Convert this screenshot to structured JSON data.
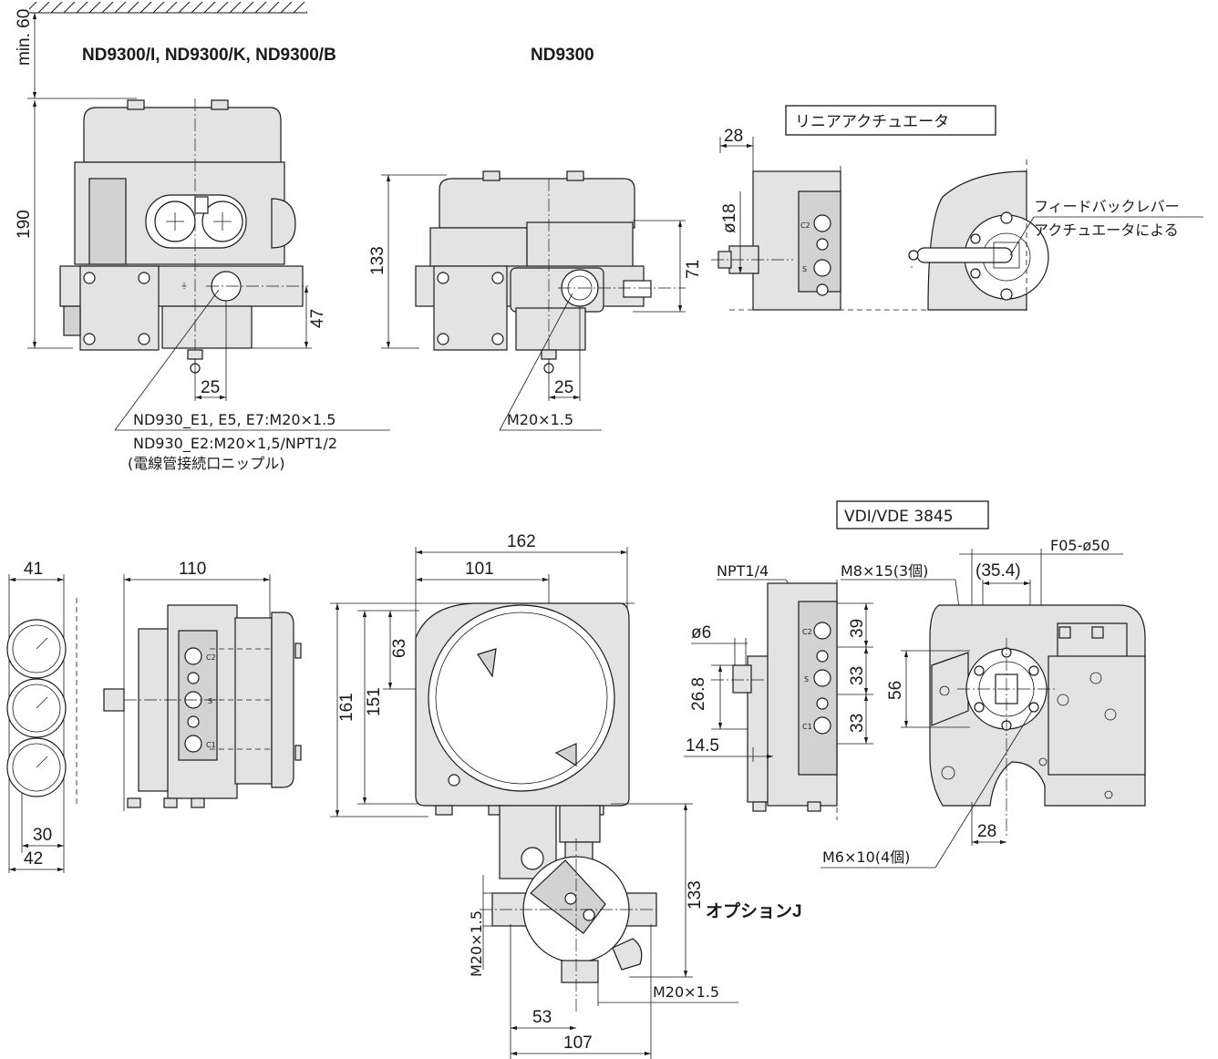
{
  "headings": {
    "model_left": "ND9300/I, ND9300/K, ND9300/B",
    "model_right": "ND9300",
    "linear_actuator": "リニアアクチュエータ",
    "vdi_vde": "VDI/VDE 3845",
    "option_j": "オプションJ"
  },
  "top_left": {
    "min_clearance": "min. 60",
    "height": "190",
    "conduit_height": "47",
    "conduit_offset": "25"
  },
  "conduit_note": {
    "line1": "ND930_E1, E5, E7:M20×1.5",
    "line2": "ND930_E2:M20×1,5/NPT1/2",
    "line3": "(電線管接続口ニップル)"
  },
  "top_middle": {
    "height": "133",
    "conduit_height": "71",
    "conduit_offset": "25",
    "thread": "M20×1.5"
  },
  "linear": {
    "offset": "28",
    "shaft_dia": "ø18",
    "lever_line1": "フィードバックレバー",
    "lever_line2": "アクチュエータによる"
  },
  "gauges": {
    "width_top": "41",
    "width_inner": "30",
    "width_bottom": "42"
  },
  "side_view": {
    "depth": "110",
    "port_labels": [
      "C2",
      "S",
      "C1"
    ]
  },
  "front_view": {
    "width": "162",
    "center_x": "101",
    "total_height": "161",
    "body_height": "151",
    "center_y": "63"
  },
  "option_j_dims": {
    "height": "133",
    "thread_left": "M20×1.5",
    "thread_right": "M20×1.5",
    "center_x": "53",
    "width": "107"
  },
  "ports": {
    "npt": "NPT1/4",
    "dia": "ø6",
    "pitch_1": "39",
    "pitch_2": "33",
    "pitch_3": "33",
    "height_1": "26.8",
    "offset": "14.5",
    "port_labels": [
      "C2",
      "S",
      "C1"
    ]
  },
  "vdi": {
    "flange": "F05-ø50",
    "bolt": "M8×15(3個)",
    "bolt_pitch": "(35.4)",
    "height": "56",
    "offset": "28",
    "screw": "M6×10(4個)"
  }
}
